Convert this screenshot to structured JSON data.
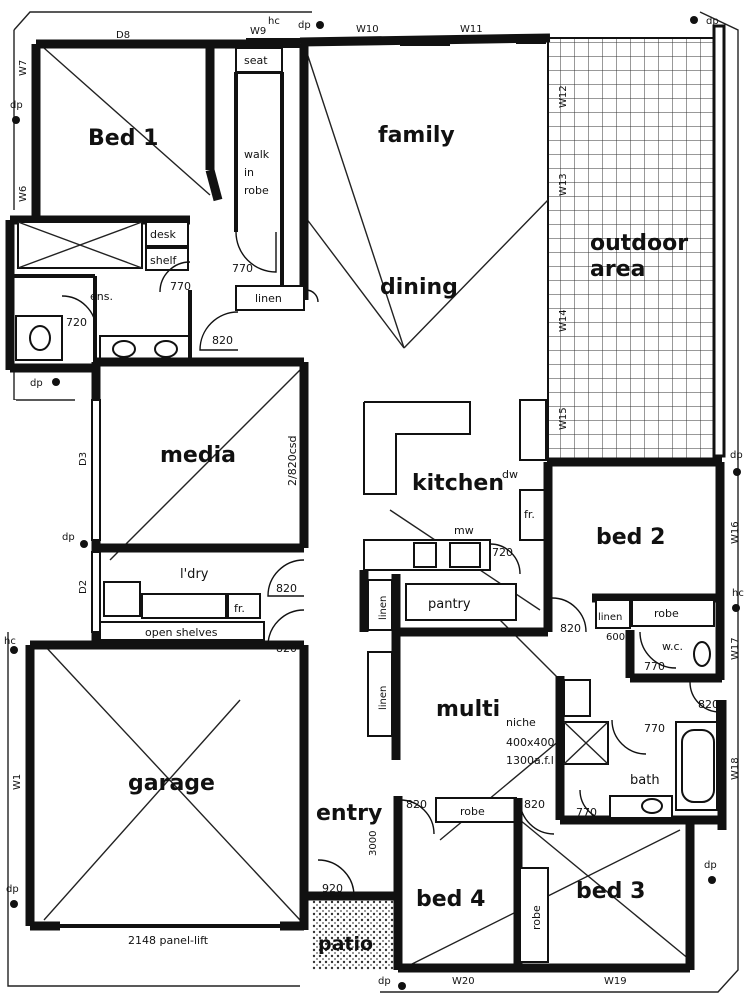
{
  "rooms": {
    "bed1": "Bed 1",
    "family": "family",
    "dining": "dining",
    "outdoor_line1": "outdoor",
    "outdoor_line2": "area",
    "media": "media",
    "kitchen": "kitchen",
    "bed2": "bed 2",
    "multi": "multi",
    "garage": "garage",
    "entry": "entry",
    "bed4": "bed 4",
    "bed3": "bed 3",
    "patio": "patio",
    "ldry": "l'dry",
    "pantry": "pantry",
    "ens": "ens.",
    "bath": "bath",
    "wc": "w.c."
  },
  "labels": {
    "seat": "seat",
    "walk_in_robe_1": "walk",
    "walk_in_robe_2": "in",
    "walk_in_robe_3": "robe",
    "linen_top": "linen",
    "desk": "desk",
    "shelf": "shelf",
    "open_shelves": "open shelves",
    "fr_ldry": "fr.",
    "fr_kitchen": "fr.",
    "mw": "mw",
    "dw": "dw",
    "linen_hall_1": "linen",
    "linen_hall_2": "linen",
    "linen_bed2": "linen",
    "robe_bed2": "robe",
    "robe_bed4": "robe",
    "robe_bed3": "robe",
    "niche_1": "niche",
    "niche_2": "400x400",
    "niche_3": "1300a.f.l",
    "csd": "2/820csd",
    "panel_lift": "2148 panel-lift",
    "entry_door": "3000",
    "d600": "600"
  },
  "doors": [
    "770",
    "770",
    "720",
    "820",
    "820",
    "820",
    "720",
    "820",
    "770",
    "820",
    "770",
    "820",
    "820",
    "770",
    "920"
  ],
  "windows": {
    "top": [
      "D8",
      "W9",
      "W10",
      "W11"
    ],
    "right": [
      "W12",
      "W13",
      "W14",
      "W15",
      "W16",
      "W17",
      "W18"
    ],
    "left": [
      "W7",
      "W6",
      "D3",
      "D2",
      "W1"
    ],
    "bottom": [
      "W20",
      "W19"
    ]
  },
  "markers": {
    "dp": "dp",
    "hc": "hc"
  }
}
